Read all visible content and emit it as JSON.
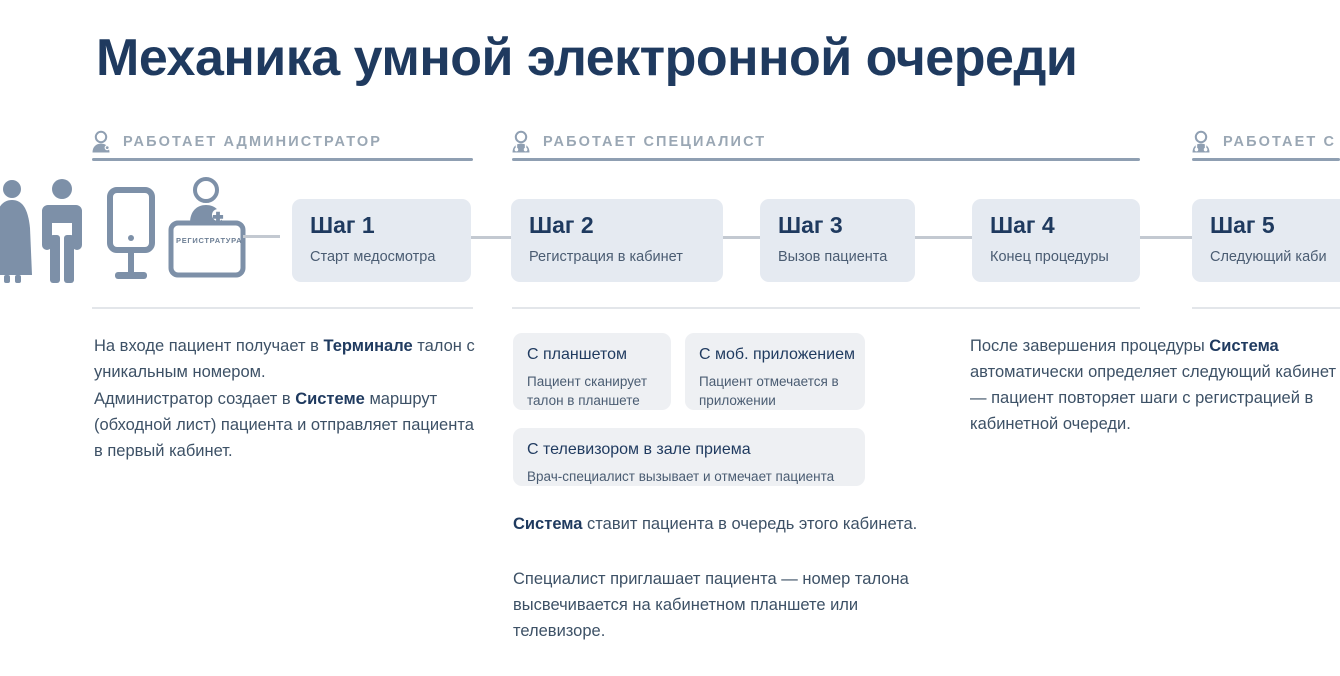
{
  "page": {
    "title": "Механика умной электронной очереди",
    "background": "#ffffff",
    "accent_dark": "#1f3a5f",
    "accent_muted": "#9aa7b4",
    "step_bg": "#e5eaf1",
    "card_bg": "#eef0f3",
    "figure_color": "#7d90a8"
  },
  "roles": [
    {
      "id": "administrator",
      "icon": "person-badge-icon",
      "label": "РАБОТАЕТ АДМИНИСТРАТОР"
    },
    {
      "id": "specialist",
      "icon": "doctor-stethoscope-icon",
      "label": "РАБОТАЕТ СПЕЦИАЛИСТ"
    },
    {
      "id": "specialist-2",
      "icon": "doctor-stethoscope-icon",
      "label": "РАБОТАЕТ С"
    }
  ],
  "steps": [
    {
      "id": "step-1",
      "title": "Шаг 1",
      "subtitle": "Старт медосмотра"
    },
    {
      "id": "step-2",
      "title": "Шаг 2",
      "subtitle": "Регистрация в кабинет"
    },
    {
      "id": "step-3",
      "title": "Шаг 3",
      "subtitle": "Вызов пациента"
    },
    {
      "id": "step-4",
      "title": "Шаг 4",
      "subtitle": "Конец процедуры"
    },
    {
      "id": "step-5",
      "title": "Шаг 5",
      "subtitle": "Следующий каби"
    }
  ],
  "illustration": {
    "terminal_label": "РЕГИСТРАТУРА",
    "figures": [
      "patient-woman",
      "patient-man",
      "self-service-terminal",
      "reception-desk"
    ]
  },
  "columns": {
    "administrator": {
      "paragraphs": [
        {
          "id": "p-terminal",
          "pre": "На входе пациент получает в ",
          "bold": "Терминале",
          "post": " талон с уникальным номером."
        },
        {
          "id": "p-route",
          "pre": "Администратор создает в ",
          "bold": "Системе",
          "post": " маршрут (обходной лист) пациента и отправляет пациента в первый кабинет."
        }
      ]
    },
    "specialist": {
      "cards": [
        {
          "id": "card-tablet",
          "title": "С планшетом",
          "subtitle": "Пациент сканирует талон в планшете"
        },
        {
          "id": "card-mobile",
          "title": "С моб. приложением",
          "subtitle": "Пациент отмечается в приложении"
        },
        {
          "id": "card-tv",
          "title": "С телевизором в зале приема",
          "subtitle": "Врач-специалист вызывает и отмечает пациента"
        }
      ],
      "paragraphs": [
        {
          "id": "p-queue",
          "pre": "",
          "bold": "Система",
          "post": " ставит пациента в очередь этого кабинета."
        },
        {
          "id": "p-invite",
          "pre": "Специалист приглашает пациента — номер талона высвечивается на кабинетном планшете или телевизоре.",
          "bold": "",
          "post": ""
        }
      ]
    },
    "next": {
      "paragraphs": [
        {
          "id": "p-next",
          "pre": "После завершения процедуры ",
          "bold": "Система",
          "post": " автоматически определяет следующий кабинет — пациент повторяет шаги с регистрацией в кабинетной очереди."
        }
      ]
    }
  }
}
